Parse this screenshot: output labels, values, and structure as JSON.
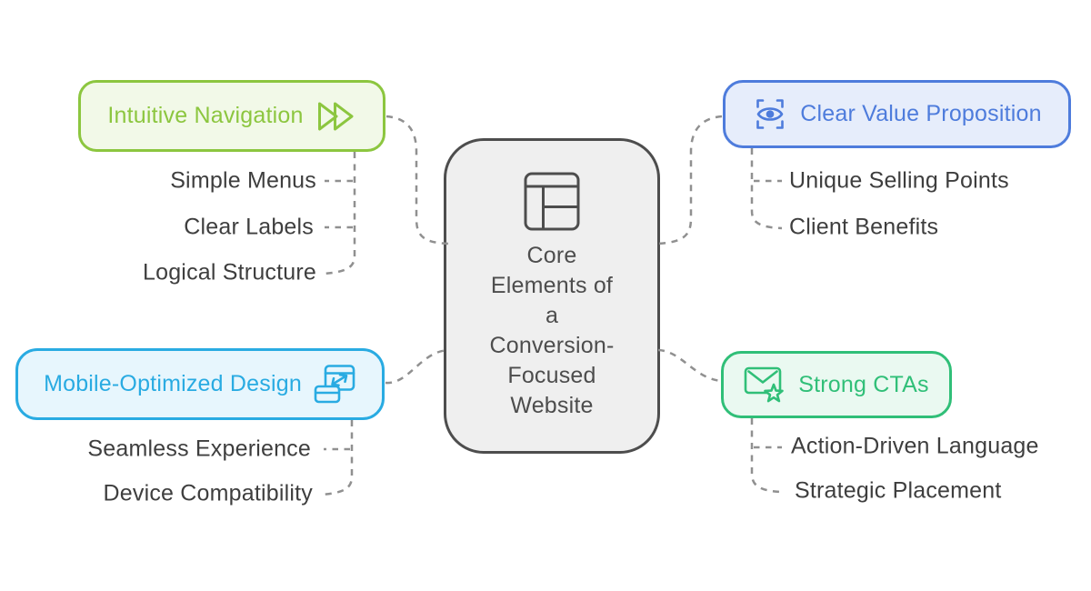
{
  "center": {
    "title": "Core\nElements of\na\nConversion-\nFocused\nWebsite",
    "icon": "layout-grid-icon",
    "color": "#4d4d4d",
    "bg": "#efefef"
  },
  "branches": [
    {
      "id": "intuitive-navigation",
      "label": "Intuitive Navigation",
      "icon": "fast-forward-icon",
      "color": "#8cc63f",
      "bg": "#f2f9e8",
      "children": [
        "Simple Menus",
        "Clear Labels",
        "Logical Structure"
      ]
    },
    {
      "id": "clear-value-proposition",
      "label": "Clear Value Proposition",
      "icon": "eye-scan-icon",
      "color": "#4e7cdc",
      "bg": "#e6edfb",
      "children": [
        "Unique Selling Points",
        "Client Benefits"
      ]
    },
    {
      "id": "mobile-optimized-design",
      "label": "Mobile-Optimized Design",
      "icon": "responsive-design-icon",
      "color": "#29abe2",
      "bg": "#e7f6fd",
      "children": [
        "Seamless Experience",
        "Device Compatibility"
      ]
    },
    {
      "id": "strong-ctas",
      "label": "Strong CTAs",
      "icon": "mail-star-icon",
      "color": "#30bf78",
      "bg": "#eaf9f1",
      "children": [
        "Action-Driven Language",
        "Strategic Placement"
      ]
    }
  ],
  "colors": {
    "connector": "#909090",
    "sub_label_text": "#3e3e3e",
    "background": "#ffffff"
  }
}
